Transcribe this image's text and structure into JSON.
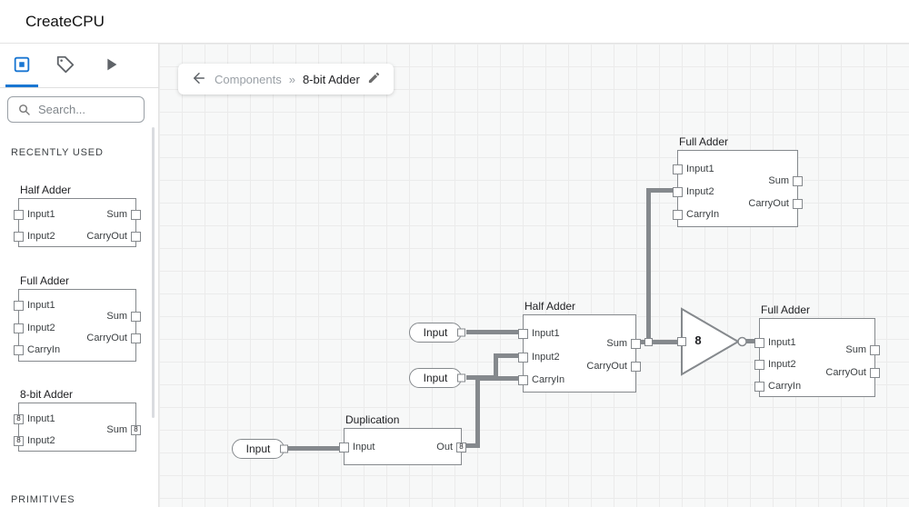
{
  "app": {
    "title": "CreateCPU"
  },
  "colors": {
    "accent": "#1976d2",
    "wire": "#85898d",
    "canvas_bg": "#f7f8f8"
  },
  "sidebar": {
    "tabs": [
      {
        "id": "components",
        "icon": "chip-icon",
        "selected": true
      },
      {
        "id": "tags",
        "icon": "tag-icon",
        "selected": false
      },
      {
        "id": "simulate",
        "icon": "play-icon",
        "selected": false
      }
    ],
    "search": {
      "placeholder": "Search...",
      "icon": "search-icon"
    },
    "recently_used_label": "RECENTLY USED",
    "primitives_label": "PRIMITIVES",
    "recently_used": [
      {
        "title": "Half Adder",
        "left_ports": [
          {
            "label": "Input1"
          },
          {
            "label": "Input2"
          }
        ],
        "right_ports": [
          {
            "label": "Sum"
          },
          {
            "label": "CarryOut"
          }
        ]
      },
      {
        "title": "Full Adder",
        "left_ports": [
          {
            "label": "Input1"
          },
          {
            "label": "Input2"
          },
          {
            "label": "CarryIn"
          }
        ],
        "right_ports": [
          {
            "label": "Sum"
          },
          {
            "label": "CarryOut"
          }
        ]
      },
      {
        "title": "8-bit Adder",
        "left_ports": [
          {
            "label": "Input1",
            "badge": "8"
          },
          {
            "label": "Input2",
            "badge": "8"
          }
        ],
        "right_ports": [
          {
            "label": "Sum",
            "badge": "8"
          }
        ]
      }
    ]
  },
  "breadcrumb": {
    "parent": "Components",
    "separator": "»",
    "current": "8-bit Adder"
  },
  "canvas": {
    "blocks": [
      {
        "title": "Full Adder",
        "left_ports": [
          {
            "label": "Input1"
          },
          {
            "label": "Input2"
          },
          {
            "label": "CarryIn"
          }
        ],
        "right_ports": [
          {
            "label": "Sum"
          },
          {
            "label": "CarryOut"
          }
        ]
      },
      {
        "title": "Half Adder",
        "left_ports": [
          {
            "label": "Input1"
          },
          {
            "label": "Input2"
          },
          {
            "label": "CarryIn"
          }
        ],
        "right_ports": [
          {
            "label": "Sum"
          },
          {
            "label": "CarryOut"
          }
        ]
      },
      {
        "title": "Full Adder",
        "left_ports": [
          {
            "label": "Input1"
          },
          {
            "label": "Input2"
          },
          {
            "label": "CarryIn"
          }
        ],
        "right_ports": [
          {
            "label": "Sum"
          },
          {
            "label": "CarryOut"
          }
        ]
      },
      {
        "title": "Duplication",
        "left_ports": [
          {
            "label": "Input"
          }
        ],
        "right_ports": [
          {
            "label": "Out",
            "badge": "8"
          }
        ]
      }
    ],
    "gate": {
      "label": "8"
    },
    "inputs": [
      {
        "label": "Input"
      },
      {
        "label": "Input"
      },
      {
        "label": "Input"
      }
    ]
  }
}
